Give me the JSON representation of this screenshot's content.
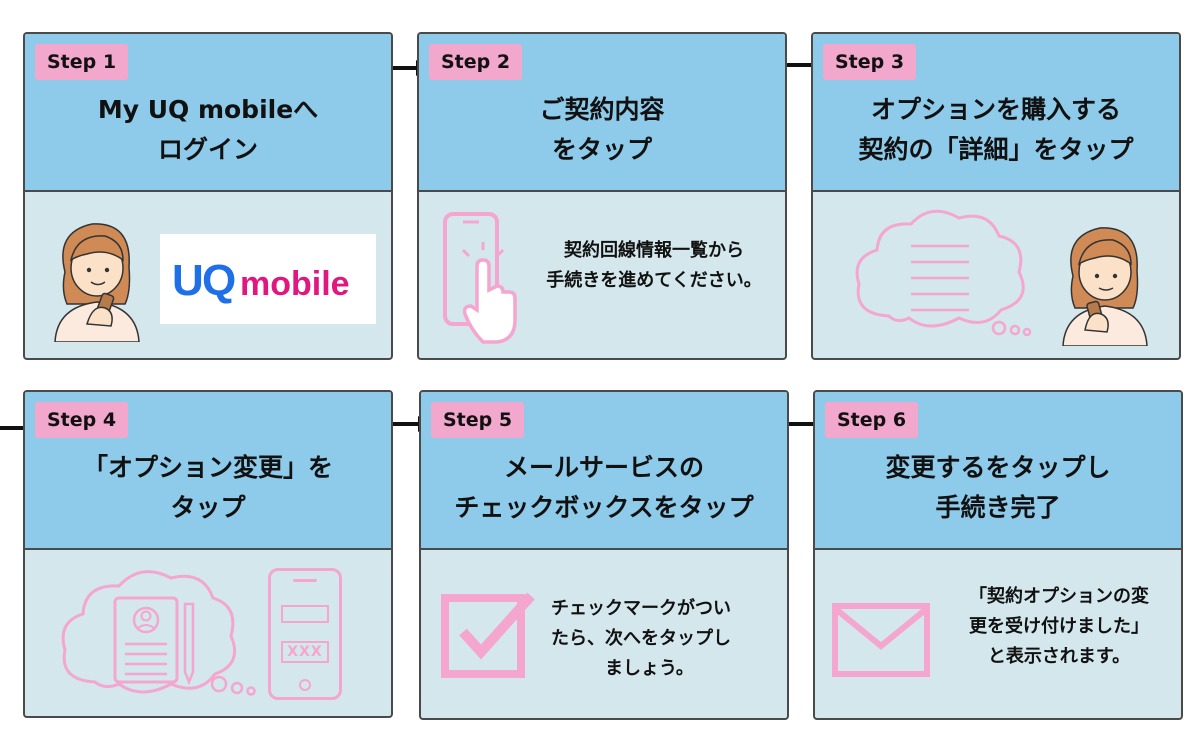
{
  "steps": [
    {
      "badge": "Step 1",
      "title": [
        "My UQ mobileへ",
        "ログイン"
      ],
      "logo": "UQ mobile"
    },
    {
      "badge": "Step 2",
      "title": [
        "ご契約内容",
        "をタップ"
      ],
      "desc": [
        "契約回線情報一覧から",
        "手続きを進めてください。"
      ]
    },
    {
      "badge": "Step 3",
      "title": [
        "オプションを購入する",
        "契約の「詳細」をタップ"
      ]
    },
    {
      "badge": "Step 4",
      "title": [
        "「オプション変更」を",
        "タップ"
      ],
      "phone_text": "XXX"
    },
    {
      "badge": "Step 5",
      "title": [
        "メールサービスの",
        "チェックボックスをタップ"
      ],
      "desc": [
        "チェックマークがつい",
        "たら、次へをタップし",
        "ましょう。"
      ]
    },
    {
      "badge": "Step 6",
      "title": [
        "変更するをタップし",
        "手続き完了"
      ],
      "desc": [
        "「契約オプションの変",
        "更を受け付けました」",
        "と表示されます。"
      ]
    }
  ],
  "colors": {
    "header": "#8ecae9",
    "body": "#d3e7ec",
    "badge": "#f2a7cc",
    "icon_pink": "#f4a6cf",
    "logo_blue": "#1f6fe8",
    "logo_pink": "#e0177f"
  }
}
